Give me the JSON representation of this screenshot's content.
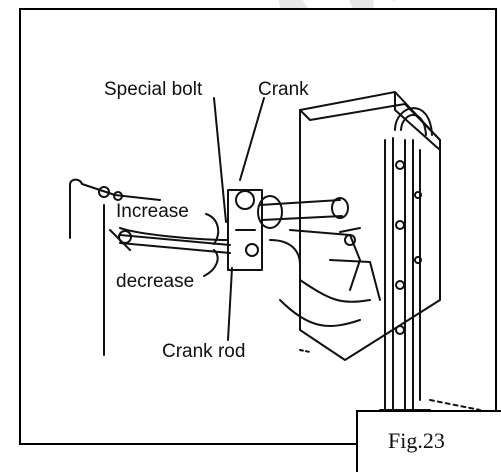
{
  "watermark": "dancz",
  "labels": {
    "special_bolt": "Special bolt",
    "crank": "Crank",
    "increase": "Increase",
    "decrease": "decrease",
    "crank_rod": "Crank rod"
  },
  "figure": {
    "caption": "Fig.23"
  }
}
